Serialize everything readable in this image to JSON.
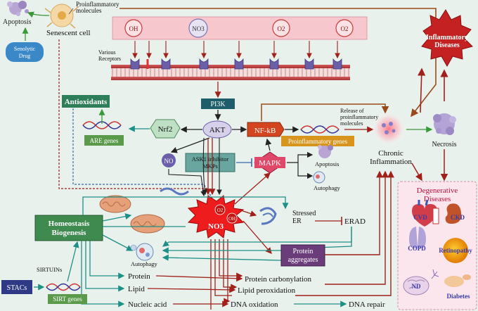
{
  "labels": {
    "apoptosis_top": "Apoptosis",
    "senolytic_drug": "Senolytic Drug",
    "senescent_cell": "Senescent cell",
    "proinflammatory_molecules": "Proinflammatory molecules",
    "oh": "OH",
    "no3": "NO3",
    "o2_1": "O2",
    "o2_2": "O2",
    "various_receptors": "Various Receptors",
    "inflammatory_diseases": "Inflammatory Diseases",
    "antioxidants": "Antioxidants",
    "are_genes": "ARE genes",
    "pi3k": "PI3K",
    "nrf2": "Nrf2",
    "akt": "AKT",
    "nfkb": "NF-kB",
    "release_proinflammatory": "Release of proinflammatory molecules",
    "proinflammatory_genes": "Proinflammatory genes",
    "chronic_inflammation": "Chronic Inflammation",
    "necrosis": "Necrosis",
    "no": "NO",
    "ask1": "ASK1 inhibitor MKPs",
    "mapk": "MAPK",
    "apoptosis_mid": "Apoptosis",
    "autophagy_mid": "Autophagy",
    "degenerative_diseases": "Degenerative Diseases",
    "cvd": "CVD",
    "ckd": "CKD",
    "copd": "COPD",
    "retinopathy": "Retinopathy",
    "nd": "ND",
    "diabetes": "Diabetes",
    "homeostasis": "Homeostasis Biogenesis",
    "ros_no3": "NO3",
    "ros_o2": "O2",
    "ros_oh": "OH",
    "stressed_er": "Stressed ER",
    "erad": "ERAD",
    "autophagy_low": "Autophagy",
    "protein_aggregates": "Protein aggregates",
    "sirtuins": "SIRTUINs",
    "stacs": "STACs",
    "sirt_genes": "SIRT genes",
    "protein": "Protein",
    "lipid": "Lipid",
    "nucleic_acid": "Nucleic acid",
    "protein_carbonylation": "Protein carbonylation",
    "lipid_peroxidation": "Lipid peroxidation",
    "dna_oxidation": "DNA oxidation",
    "dna_repair": "DNA repair"
  },
  "colors": {
    "background": "#e9f1ed",
    "dark_red_arrow": "#a0201a",
    "teal_arrow": "#1c8f86",
    "black_arrow": "#222222",
    "brown_arrow": "#9a4a1a",
    "ros_burst": "#ee1c1c",
    "inflammatory_star": "#c42222",
    "pi3k_box": "#1e5e6a",
    "akt_fill": "#d7d0ea",
    "nfkb_fill": "#d2451e",
    "mapk_fill": "#e0486a",
    "homeostasis_fill": "#3f8a4e",
    "antioxidants_fill": "#2f7e5a",
    "protein_aggregates_fill": "#6a3c7a",
    "stacs_fill": "#2e3a86",
    "degenerative_panel": "#fbe6ee"
  }
}
